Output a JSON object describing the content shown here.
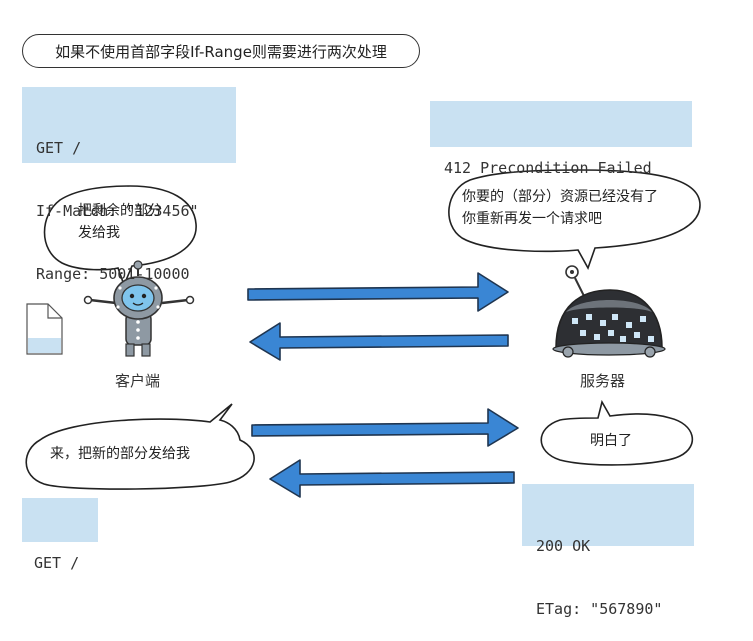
{
  "title": "如果不使用首部字段If-Range则需要进行两次处理",
  "request1": [
    "GET /",
    "If-Match: \"123456\"",
    "Range: 5001-10000"
  ],
  "response1": "412 Precondition Failed",
  "client_bubble1": [
    "把剩余的部分",
    "发给我"
  ],
  "server_bubble1": [
    "你要的（部分）资源已经没有了",
    "你重新再发一个请求吧"
  ],
  "client_label": "客户端",
  "server_label": "服务器",
  "client_bubble2": "来，把新的部分发给我",
  "server_bubble2": "明白了",
  "request2": "GET /",
  "response2": [
    "200 OK",
    "ETag: \"567890\""
  ],
  "colors": {
    "code_bg": "#c9e1f2",
    "arrow": "#3a86d4",
    "arrow_stroke": "#1f3550"
  }
}
